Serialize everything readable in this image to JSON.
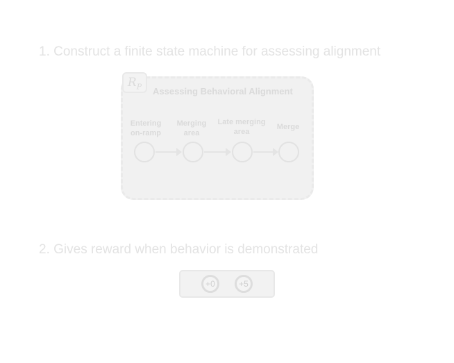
{
  "steps": [
    {
      "text": "1. Construct a finite state machine for assessing alignment"
    },
    {
      "text": "2. Gives reward when behavior is demonstrated"
    }
  ],
  "fsm": {
    "badge": {
      "main": "R",
      "sub": "P"
    },
    "title": "Assessing Behavioral Alignment",
    "states": [
      {
        "line1": "Entering",
        "line2": "on-ramp"
      },
      {
        "line1": "Merging",
        "line2": "area"
      },
      {
        "line1": "Late merging",
        "line2": "area"
      },
      {
        "line1": "Merge",
        "line2": ""
      }
    ]
  },
  "rewards": [
    {
      "label": "+0"
    },
    {
      "label": "+5"
    }
  ],
  "colors": {
    "panel": "#f1f1f1",
    "text": "#dadada",
    "title": "#e3e3e3"
  }
}
